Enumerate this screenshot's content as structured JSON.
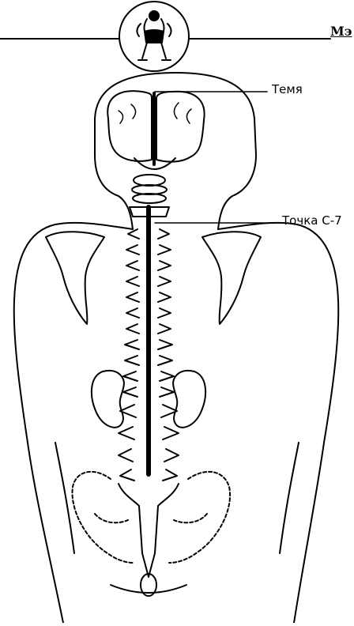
{
  "header": {
    "title_fragment": "Мэ"
  },
  "labels": {
    "crown": "Темя",
    "c7_point": "Точка С-7"
  },
  "colors": {
    "ink": "#000000",
    "paper": "#ffffff"
  },
  "icons": {
    "header_emblem": "meditating-figure-icon"
  }
}
